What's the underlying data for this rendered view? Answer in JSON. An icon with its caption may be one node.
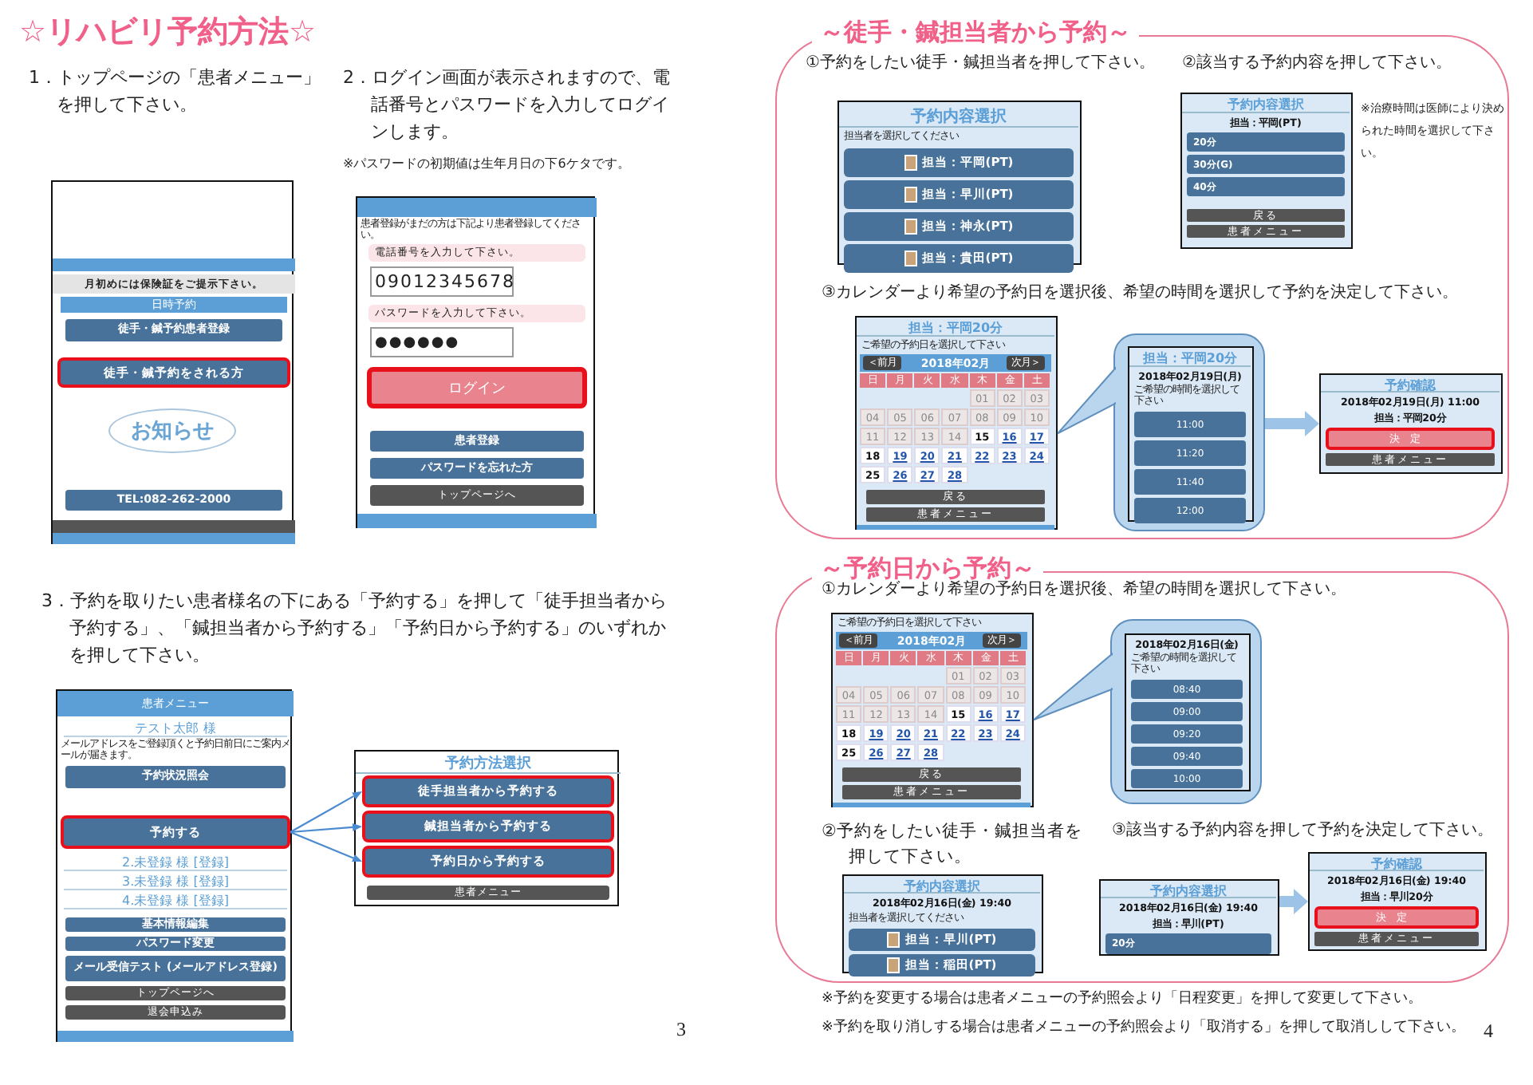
{
  "diagram": {
    "nodes": [
      {
        "text": [],
        "shape": "box"
      },
      {
        "text": [
          "月初めには保険証をご提示下さい。"
        ],
        "in": 0
      },
      {
        "text": [
          "日時予約"
        ],
        "in": 0
      },
      {
        "text": [
          "徒手・鍼予約患者登録"
        ],
        "in": 0
      },
      {
        "text": [
          "徒手・鍼予約をされる方"
        ],
        "in": 0
      },
      {
        "text": [
          "お知らせ"
        ],
        "in": 0
      },
      {
        "text": [
          "TEL:082-262-2000"
        ],
        "in": 0
      },
      {
        "text": [],
        "shape": "box"
      },
      {
        "text": [
          "患者登録がまだの方は下記より患者登録してください。"
        ],
        "in": 7
      },
      {
        "text": [
          "電話番号を入力して下さい。",
          "09012345678"
        ],
        "in": 7
      },
      {
        "text": [
          "パスワードを入力して下さい。",
          "●●●●●●"
        ],
        "in": 7
      },
      {
        "text": [
          "ログイン"
        ],
        "in": 7
      },
      {
        "text": [
          "患者登録"
        ],
        "in": 7
      },
      {
        "text": [
          "パスワードを忘れた方"
        ],
        "in": 7
      },
      {
        "text": [
          "トップページへ"
        ],
        "in": 7
      },
      {
        "text": [],
        "shape": "box"
      },
      {
        "text": [
          "患者メニュー"
        ],
        "in": 15
      },
      {
        "text": [
          "テスト太郎 様"
        ],
        "in": 15
      },
      {
        "text": [
          "メールアドレスをご登録頂くと予約日前日にご案内メールが届きます。"
        ],
        "in": 15
      },
      {
        "text": [
          "予約状況照会"
        ],
        "in": 15
      },
      {
        "text": [
          "予約する"
        ],
        "in": 15
      },
      {
        "text": [
          "2.未登録 様 [登録]"
        ],
        "in": 15
      },
      {
        "text": [
          "3.未登録 様 [登録]"
        ],
        "in": 15
      },
      {
        "text": [
          "4.未登録 様 [登録]"
        ],
        "in": 15
      },
      {
        "text": [
          "基本情報編集"
        ],
        "in": 15
      },
      {
        "text": [
          "パスワード変更"
        ],
        "in": 15
      },
      {
        "text": [
          "メール受信テスト (メールアドレス登録)"
        ],
        "in": 15
      },
      {
        "text": [
          "トップページへ"
        ],
        "in": 15
      },
      {
        "text": [
          "退会申込み"
        ],
        "in": 15
      },
      {
        "text": [],
        "shape": "box"
      },
      {
        "text": [
          "予約方法選択"
        ],
        "in": 29
      },
      {
        "text": [
          "徒手担当者から予約する"
        ],
        "in": 29
      },
      {
        "text": [
          "鍼担当者から予約する"
        ],
        "in": 29
      },
      {
        "text": [
          "予約日から予約する"
        ],
        "in": 29
      },
      {
        "text": [
          "患者メニュー"
        ],
        "in": 29
      },
      {
        "text": [
          "～徒手・鍼担当者から予約～"
        ]
      },
      {
        "text": [
          "予約内容選択",
          "担当者を選択してください",
          "担当：平岡(PT)",
          "担当：早川(PT)",
          "担当：神永(PT)",
          "担当：貴田(PT)"
        ],
        "in": 35
      },
      {
        "text": [
          "予約内容選択",
          "担当：平岡(PT)",
          "20分",
          "30分(G)",
          "40分",
          "戻る",
          "患者メニュー"
        ],
        "in": 35,
        "beside": [
          "※治療時間は医師により決められた時間を選択して下さい。"
        ]
      },
      {
        "text": [
          "担当：平岡20分",
          "ご希望の予約日を選択して下さい",
          "＜前月",
          "2018年02月",
          "次月＞",
          "日",
          "月",
          "火",
          "水",
          "木",
          "金",
          "土",
          "01",
          "02",
          "03",
          "04",
          "05",
          "06",
          "07",
          "08",
          "09",
          "10",
          "11",
          "12",
          "13",
          "14",
          "15",
          "16",
          "17",
          "18",
          "19",
          "20",
          "21",
          "22",
          "23",
          "24",
          "25",
          "26",
          "27",
          "28",
          "戻る",
          "患者メニュー"
        ],
        "in": 35
      },
      {
        "text": [],
        "shape": "callout",
        "in": 35
      },
      {
        "text": [
          "担当：平岡20分",
          "2018年02月19日(月)",
          "ご希望の時間を選択して下さい",
          "11:00",
          "11:20",
          "11:40",
          "12:00"
        ],
        "in": 39
      },
      {
        "text": [
          "予約確認",
          "2018年02月19日(月) 11:00",
          "担当：平岡20分",
          "決定",
          "患者メニュー"
        ],
        "in": 35
      },
      {
        "text": [
          "～予約日から予約～"
        ]
      },
      {
        "text": [
          "ご希望の予約日を選択して下さい",
          "＜前月",
          "2018年02月",
          "次月＞",
          "日",
          "月",
          "火",
          "水",
          "木",
          "金",
          "土",
          "01",
          "02",
          "03",
          "04",
          "05",
          "06",
          "07",
          "08",
          "09",
          "10",
          "11",
          "12",
          "13",
          "14",
          "15",
          "16",
          "17",
          "18",
          "19",
          "20",
          "21",
          "22",
          "23",
          "24",
          "25",
          "26",
          "27",
          "28",
          "戻る",
          "患者メニュー"
        ],
        "in": 42
      },
      {
        "text": [],
        "shape": "callout",
        "in": 42
      },
      {
        "text": [
          "2018年02月16日(金)",
          "ご希望の時間を選択して下さい",
          "08:40",
          "09:00",
          "09:20",
          "09:40",
          "10:00"
        ],
        "in": 44
      },
      {
        "text": [
          "予約内容選択",
          "2018年02月16日(金) 19:40",
          "担当者を選択してください",
          "担当：早川(PT)",
          "担当：稲田(PT)"
        ],
        "in": 42
      },
      {
        "text": [
          "予約内容選択",
          "2018年02月16日(金) 19:40",
          "担当：早川(PT)",
          "20分"
        ],
        "in": 42
      },
      {
        "text": [
          "予約確認",
          "2018年02月16日(金) 19:40",
          "担当：早川20分",
          "決定",
          "患者メニュー"
        ],
        "in": 42
      }
    ],
    "edges": [
      {
        "from": 20,
        "to": 31,
        "arrow": "to"
      },
      {
        "from": 20,
        "to": 32,
        "arrow": "to"
      },
      {
        "from": 20,
        "to": 33,
        "arrow": "to"
      },
      {
        "from": 39,
        "to": 41,
        "arrow": "to",
        "style": "thick",
        "color": "#9dc3e6"
      },
      {
        "from": 47,
        "to": 48,
        "arrow": "to",
        "style": "thick",
        "color": "#9dc3e6"
      }
    ],
    "labels": [
      "☆リハビリ予約方法☆",
      "1．トップページの「患者メニュー」を押して下さい。",
      "2．ログイン画面が表示されますので、電話番号とパスワードを入力してログインします。",
      "※パスワードの初期値は生年月日の下6ケタです。",
      "3．予約を取りたい患者様名の下にある「予約する」を押して「徒手担当者から予約する」、「鍼担当者から予約する」「予約日から予約する」のいずれかを押して下さい。",
      "3",
      "①予約をしたい徒手・鍼担当者を押して下さい。",
      "②該当する予約内容を押して下さい。",
      "③カレンダーより希望の予約日を選択後、希望の時間を選択して予約を決定して下さい。",
      "①カレンダーより希望の予約日を選択後、希望の時間を選択して下さい。",
      "②予約をしたい徒手・鍼担当者を押して下さい。",
      "③該当する予約内容を押して予約を決定して下さい。",
      "※予約を変更する場合は患者メニューの予約照会より「日程変更」を押して変更して下さい。",
      "※予約を取り消しする場合は患者メニューの予約照会より「取消する」を押して取消しして下さい。",
      "4"
    ]
  }
}
